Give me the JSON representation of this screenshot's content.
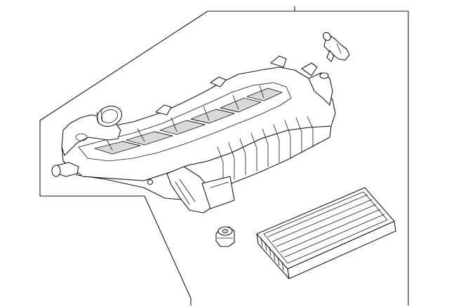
{
  "diagram": {
    "parts": [
      {
        "id": "air-cleaner-assembly",
        "icon": "air-cleaner-housing-icon"
      },
      {
        "id": "vacuum-connector",
        "icon": "connector-icon"
      },
      {
        "id": "grommet",
        "icon": "grommet-icon"
      },
      {
        "id": "filter-element",
        "icon": "air-filter-icon"
      }
    ],
    "colors": {
      "line": "#1a1a1a",
      "background": "#ffffff",
      "shade": "#d9d9d9"
    }
  }
}
